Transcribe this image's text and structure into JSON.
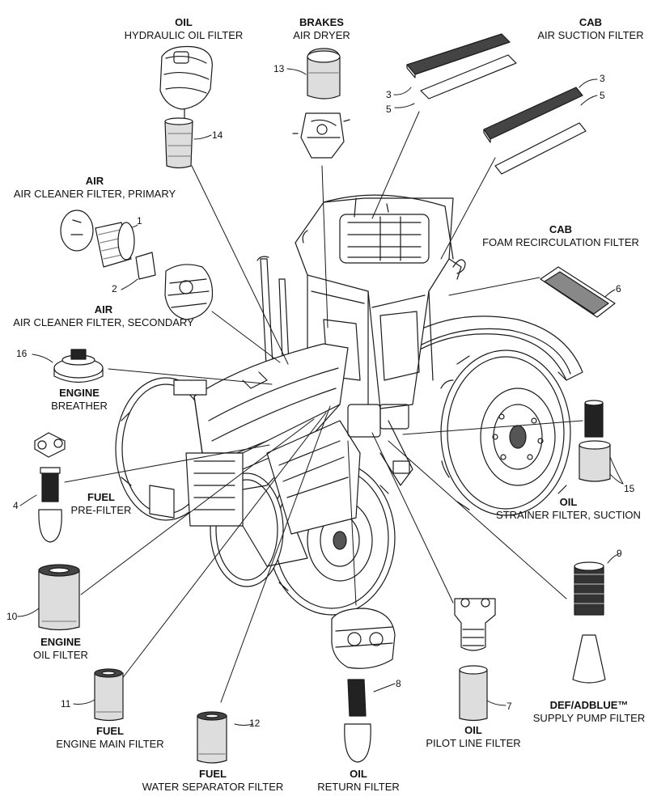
{
  "labels": {
    "hyd_oil": {
      "h": "OIL",
      "s": "HYDRAULIC OIL FILTER"
    },
    "brakes": {
      "h": "BRAKES",
      "s": "AIR DRYER"
    },
    "cab_suction": {
      "h": "CAB",
      "s": "AIR SUCTION FILTER"
    },
    "air_primary": {
      "h": "AIR",
      "s": "AIR CLEANER FILTER, PRIMARY"
    },
    "cab_foam": {
      "h": "CAB",
      "s": "FOAM RECIRCULATION FILTER"
    },
    "air_secondary": {
      "h": "AIR",
      "s": "AIR CLEANER FILTER, SECONDARY"
    },
    "engine_breather": {
      "h": "ENGINE",
      "s": "BREATHER"
    },
    "fuel_pre": {
      "h": "FUEL",
      "s": "PRE-FILTER"
    },
    "oil_strainer": {
      "h": "OIL",
      "s": "STRAINER FILTER, SUCTION"
    },
    "engine_oil": {
      "h": "ENGINE",
      "s": "OIL FILTER"
    },
    "def": {
      "h": "DEF/ADBLUE™",
      "s": "SUPPLY PUMP FILTER"
    },
    "oil_pilot": {
      "h": "OIL",
      "s": "PILOT LINE FILTER"
    },
    "fuel_main": {
      "h": "FUEL",
      "s": "ENGINE MAIN FILTER"
    },
    "fuel_water": {
      "h": "FUEL",
      "s": "WATER SEPARATOR FILTER"
    },
    "oil_return": {
      "h": "OIL",
      "s": "RETURN FILTER"
    }
  },
  "callouts": {
    "n1": "1",
    "n2": "2",
    "n3a": "3",
    "n3b": "3",
    "n4": "4",
    "n5a": "5",
    "n5b": "5",
    "n6": "6",
    "n7": "7",
    "n8": "8",
    "n9": "9",
    "n10": "10",
    "n11": "11",
    "n12": "12",
    "n13": "13",
    "n14": "14",
    "n15": "15",
    "n16": "16"
  }
}
